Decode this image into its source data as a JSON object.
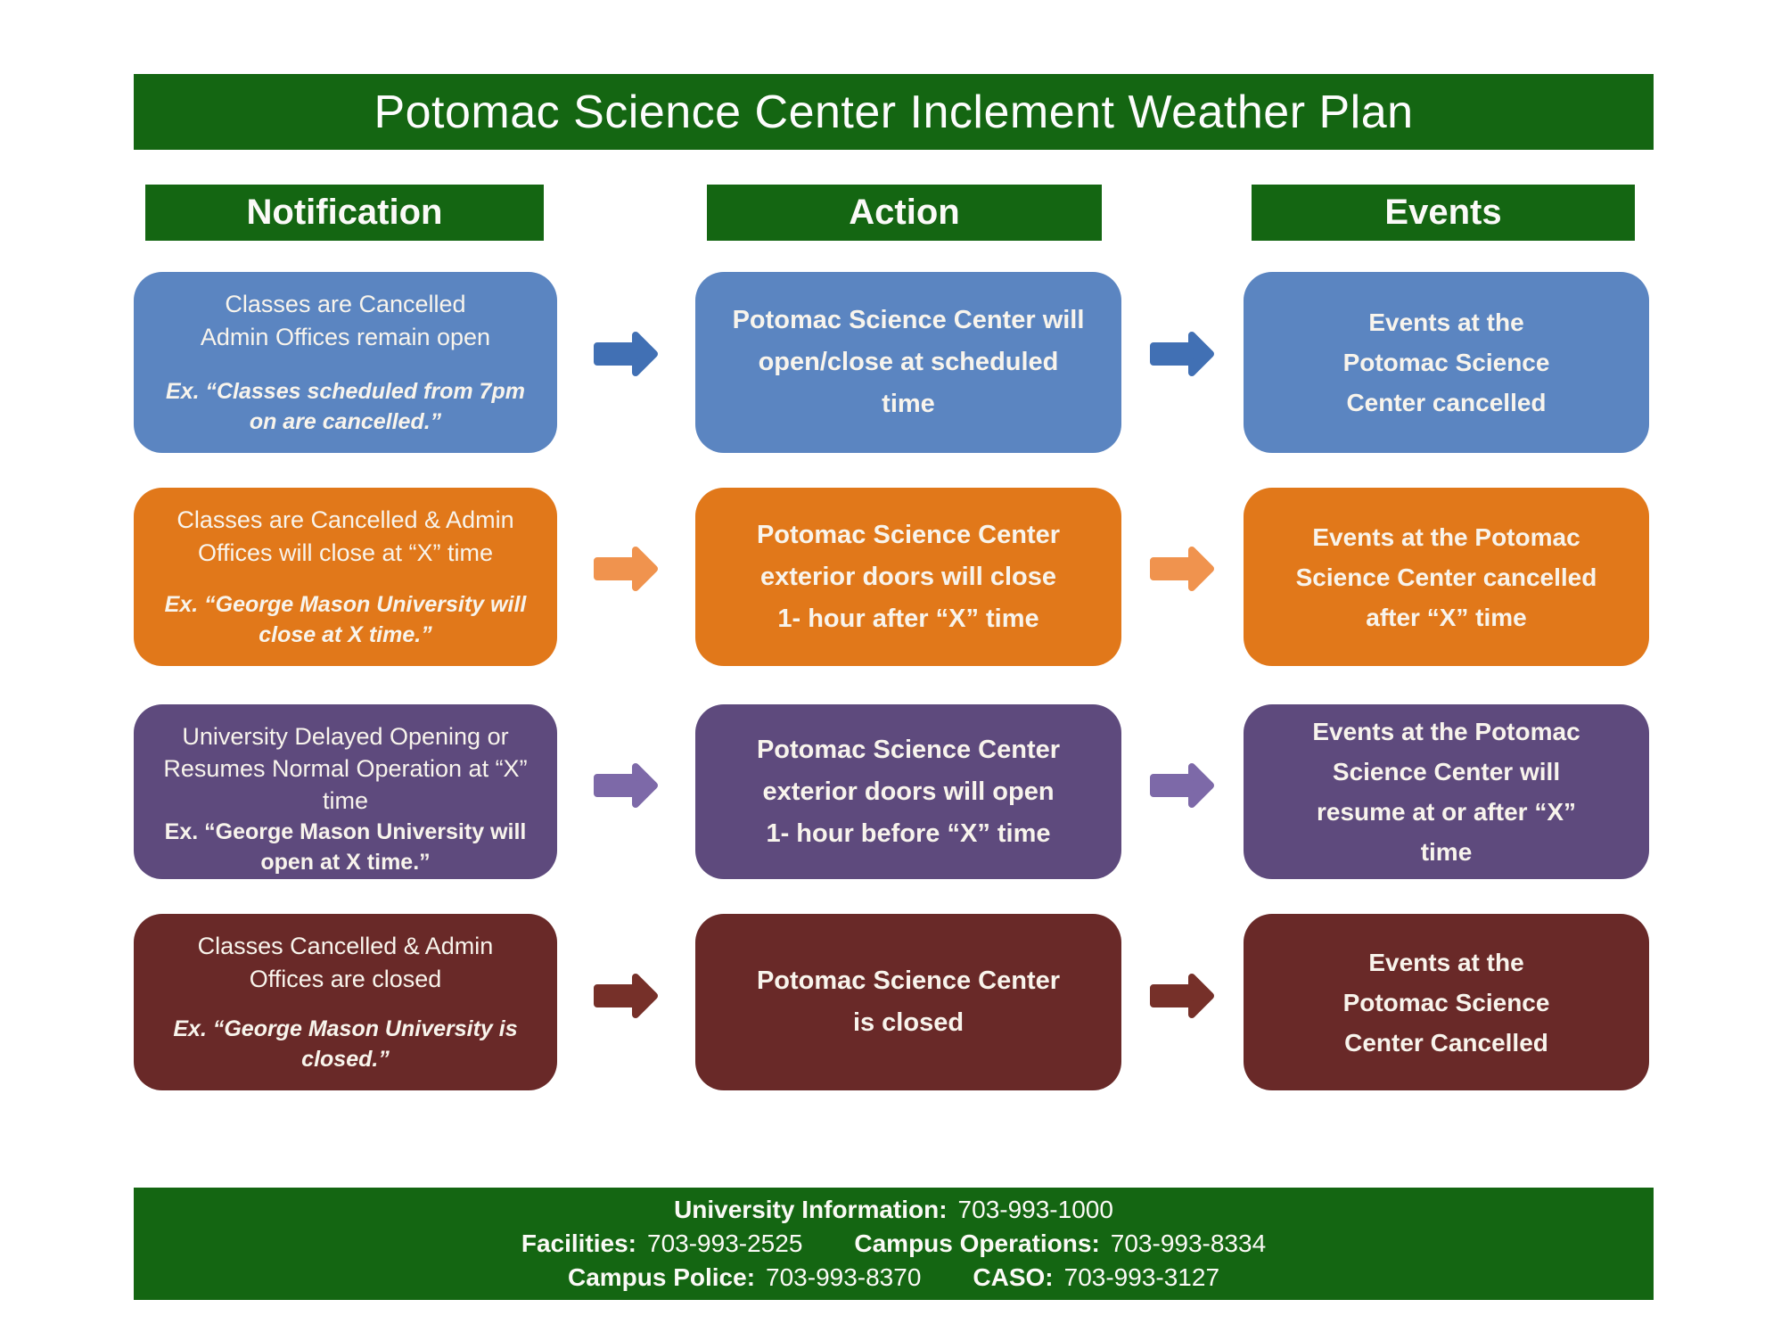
{
  "title": "Potomac Science Center Inclement Weather Plan",
  "columns": {
    "notification": "Notification",
    "action": "Action",
    "events": "Events"
  },
  "rows": [
    {
      "color": "#5b85c1",
      "arrow_color": "#4170b4",
      "notification_main": "Classes are Cancelled\nAdmin Offices remain open",
      "notification_example": "Ex. “Classes scheduled from 7pm\non are cancelled.”",
      "action": "Potomac Science Center will\nopen/close at scheduled\ntime",
      "events": "Events at the\nPotomac Science\nCenter cancelled"
    },
    {
      "color": "#e1781a",
      "arrow_color": "#f0934e",
      "notification_main": "Classes are Cancelled & Admin\nOffices will close at “X” time",
      "notification_example": "Ex. “George Mason University will\nclose at X time.”",
      "action": "Potomac Science Center\nexterior doors will close\n1- hour after “X” time",
      "events": "Events at the Potomac\nScience Center cancelled\nafter “X” time"
    },
    {
      "color": "#5e4a7d",
      "arrow_color": "#7d69a8",
      "notification_main": "University Delayed Opening or\nResumes Normal Operation at “X”\ntime",
      "notification_example": "Ex. “George Mason University will\nopen at X time.”",
      "action": "Potomac Science Center\nexterior doors will open\n1- hour before “X” time",
      "events": "Events at the Potomac\nScience Center will\nresume at or after “X”\ntime"
    },
    {
      "color": "#692928",
      "arrow_color": "#763029",
      "notification_main": "Classes Cancelled & Admin\nOffices are closed",
      "notification_example": "Ex. “George Mason University is\nclosed.”",
      "action": "Potomac Science Center\nis closed",
      "events": "Events at the\nPotomac Science\nCenter Cancelled"
    }
  ],
  "footer": {
    "lines": [
      [
        {
          "label": "University Information:",
          "value": "703-993-1000"
        }
      ],
      [
        {
          "label": "Facilities:",
          "value": "703-993-2525"
        },
        {
          "label": "Campus Operations:",
          "value": "703-993-8334"
        }
      ],
      [
        {
          "label": "Campus Police:",
          "value": "703-993-8370"
        },
        {
          "label": "CASO:",
          "value": "703-993-3127"
        }
      ]
    ]
  },
  "colors": {
    "banner_green": "#146612",
    "box_text": "#f8f4ec"
  }
}
